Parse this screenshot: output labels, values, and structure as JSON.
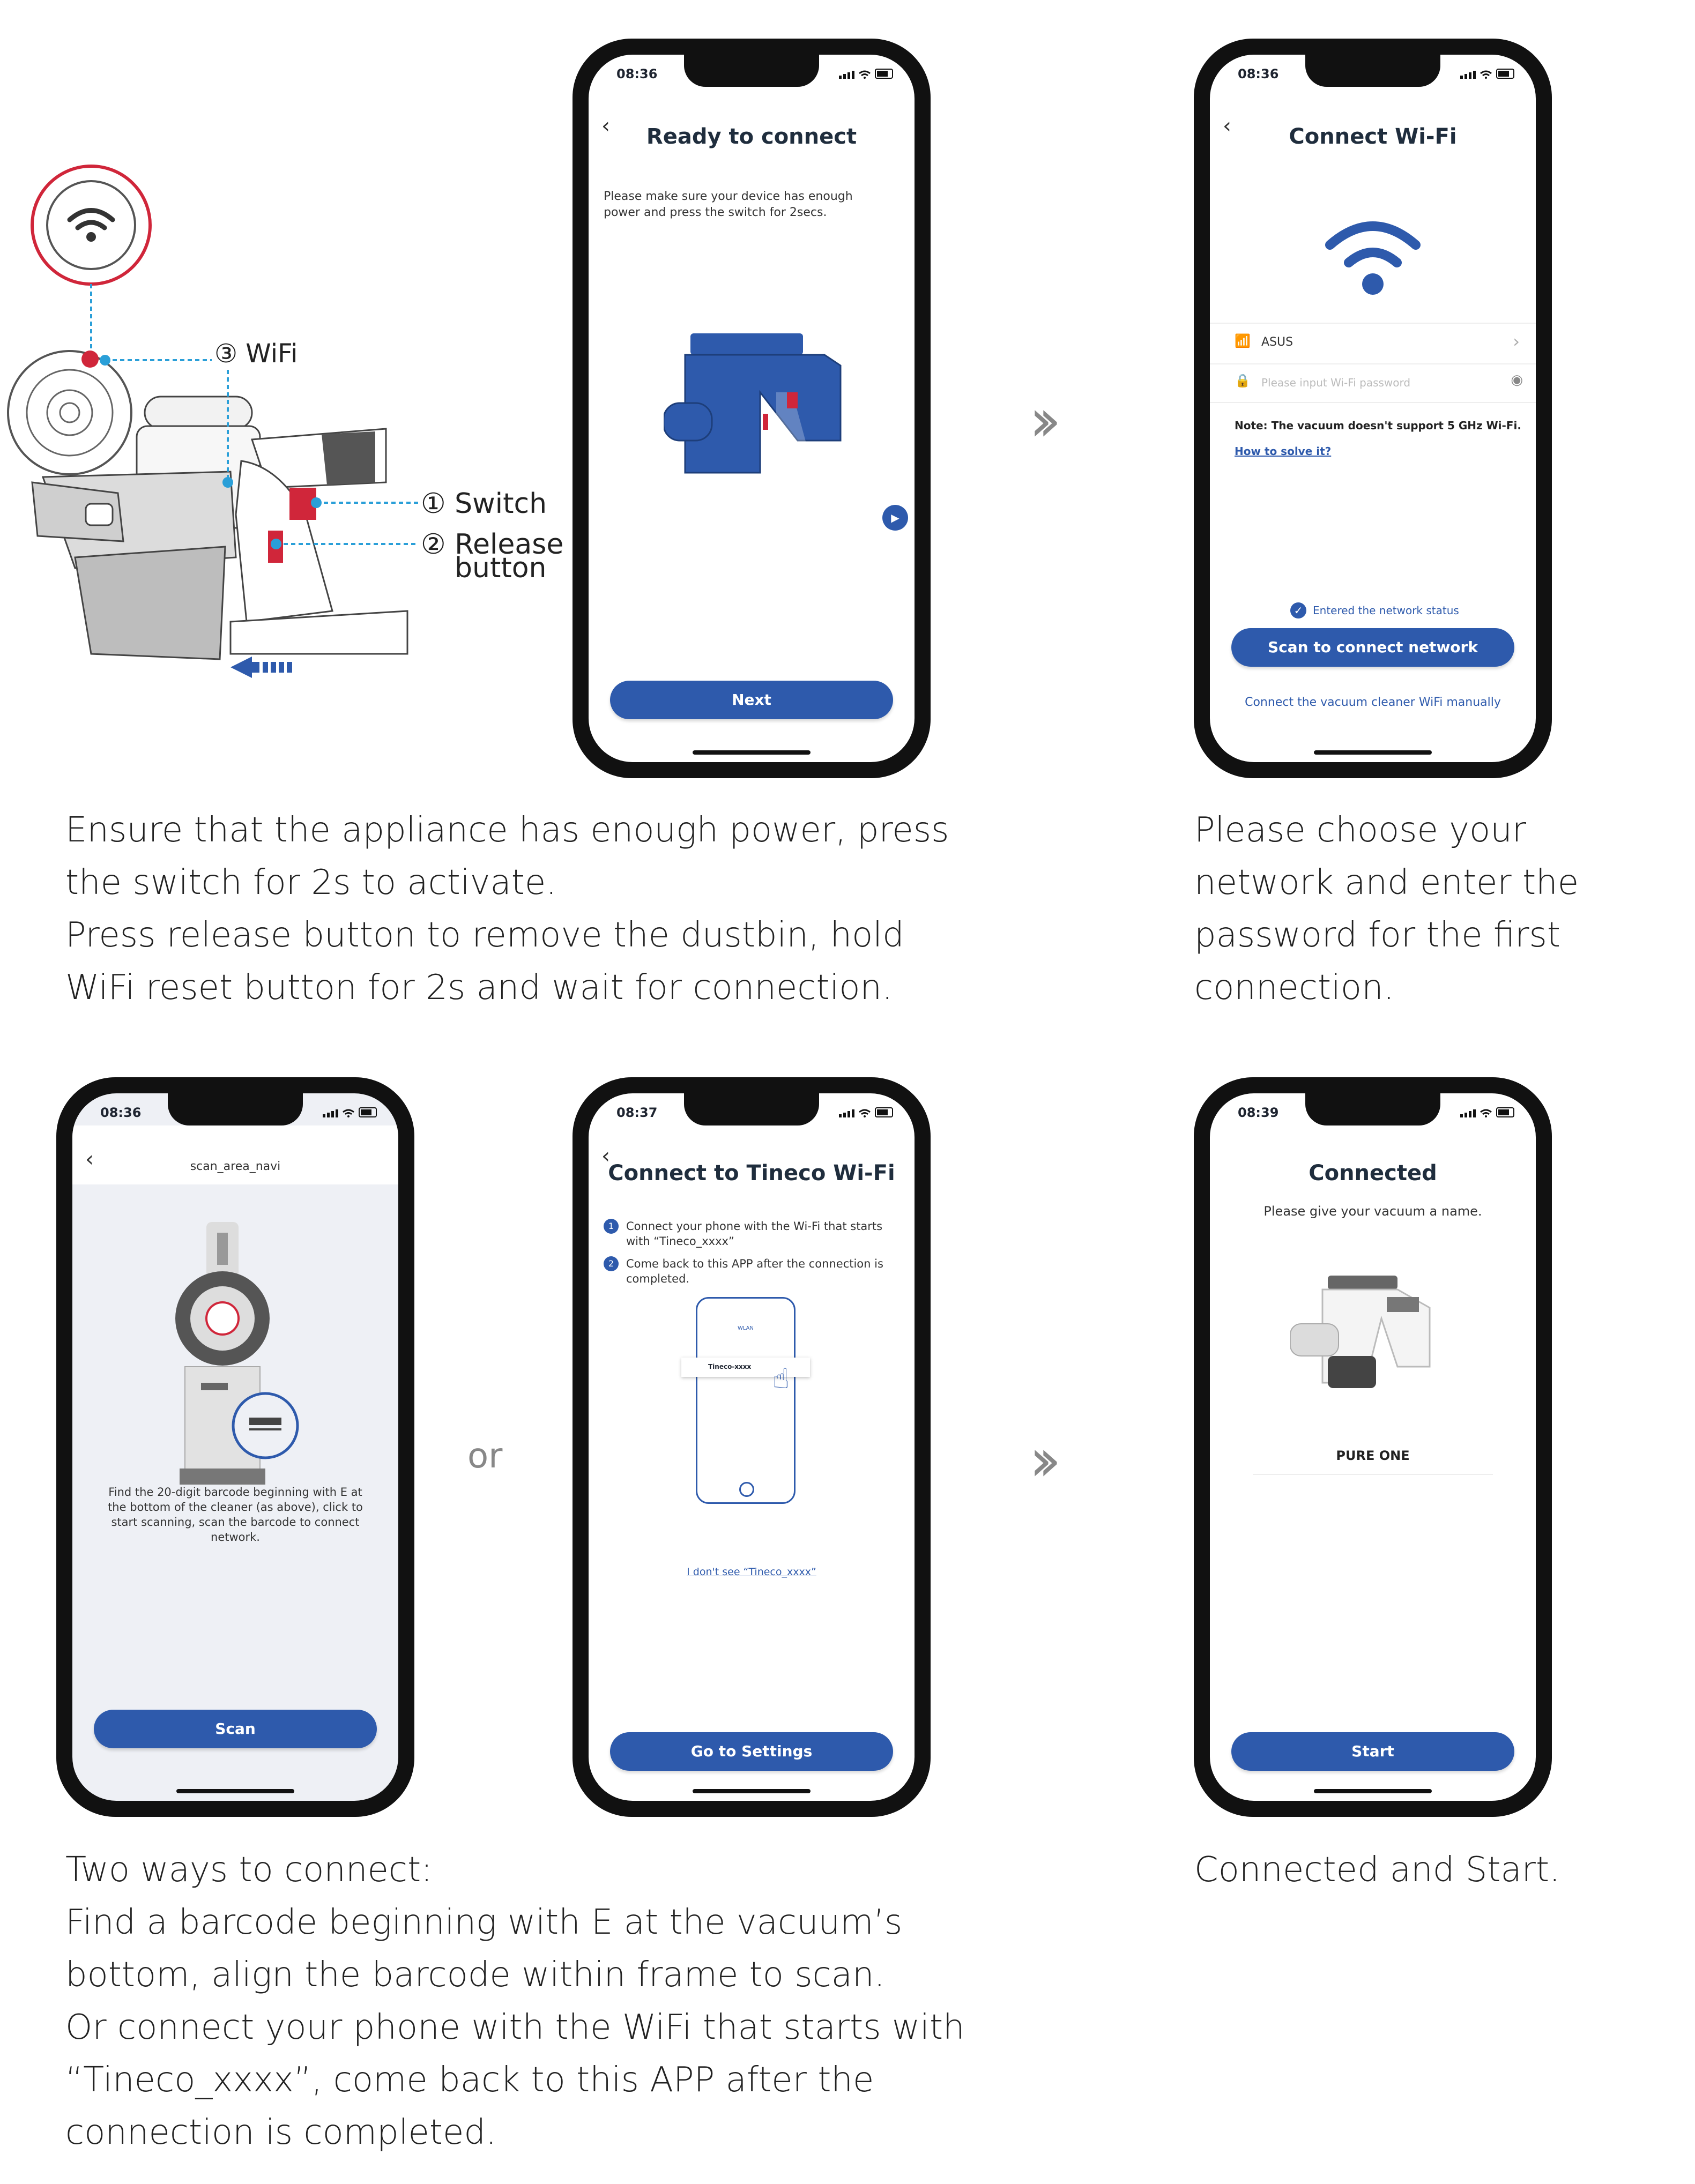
{
  "diagram": {
    "wifi_label": "③ WiFi",
    "switch_label": "① Switch",
    "release_label_1": "② Release",
    "release_label_2": "button"
  },
  "phone1": {
    "time": "08:36",
    "title": "Ready to connect",
    "instruction": "Please make sure your device has enough power and press the switch for 2secs.",
    "button": "Next"
  },
  "phone2": {
    "time": "08:36",
    "title": "Connect Wi-Fi",
    "network_name": "ASUS",
    "password_placeholder": "Please input Wi-Fi password",
    "note": "Note: The vacuum doesn't support 5 GHz Wi-Fi.",
    "how_link": "How to solve it?",
    "checkbox_label": "Entered the network status",
    "button": "Scan to connect network",
    "manual_link": "Connect the vacuum cleaner WiFi manually"
  },
  "phone3": {
    "time": "08:36",
    "header": "scan_area_navi",
    "barcode_text": "Find the 20-digit barcode beginning with E at the bottom of the cleaner (as above), click to start scanning, scan the barcode to connect network.",
    "button": "Scan"
  },
  "phone4": {
    "time": "08:37",
    "title": "Connect to Tineco Wi-Fi",
    "step1": "Connect your phone with the Wi-Fi that starts with “Tineco_xxxx”",
    "step2": "Come back to this APP after the connection is completed.",
    "mini_header": "WLAN",
    "mini_network": "Tineco-xxxx",
    "dont_see_link": "I don't see “Tineco_xxxx”",
    "button": "Go to Settings"
  },
  "phone5": {
    "time": "08:39",
    "title": "Connected",
    "subtitle": "Please give your vacuum a name.",
    "device_name": "PURE ONE",
    "button": "Start"
  },
  "or_label": "or",
  "captions": {
    "c1": [
      "Ensure that the appliance has enough power, press",
      "the switch for 2s to activate.",
      "Press release button to remove the dustbin, hold",
      "WiFi reset button for 2s and wait for connection."
    ],
    "c2": [
      "Please choose your",
      "network and enter the",
      "password for the first",
      "connection."
    ],
    "c3": [
      "Two ways to connect:",
      "Find a barcode beginning with E at the vacuum’s",
      "bottom, align the barcode within frame to scan.",
      "Or connect your phone with the WiFi that starts with",
      "“Tineco_xxxx”, come back to this APP after the",
      "connection is completed."
    ],
    "c4": [
      "Connected and Start."
    ]
  },
  "colors": {
    "accent": "#2e5aac",
    "red": "#d0263a",
    "blue_dot": "#2a9fd8"
  }
}
